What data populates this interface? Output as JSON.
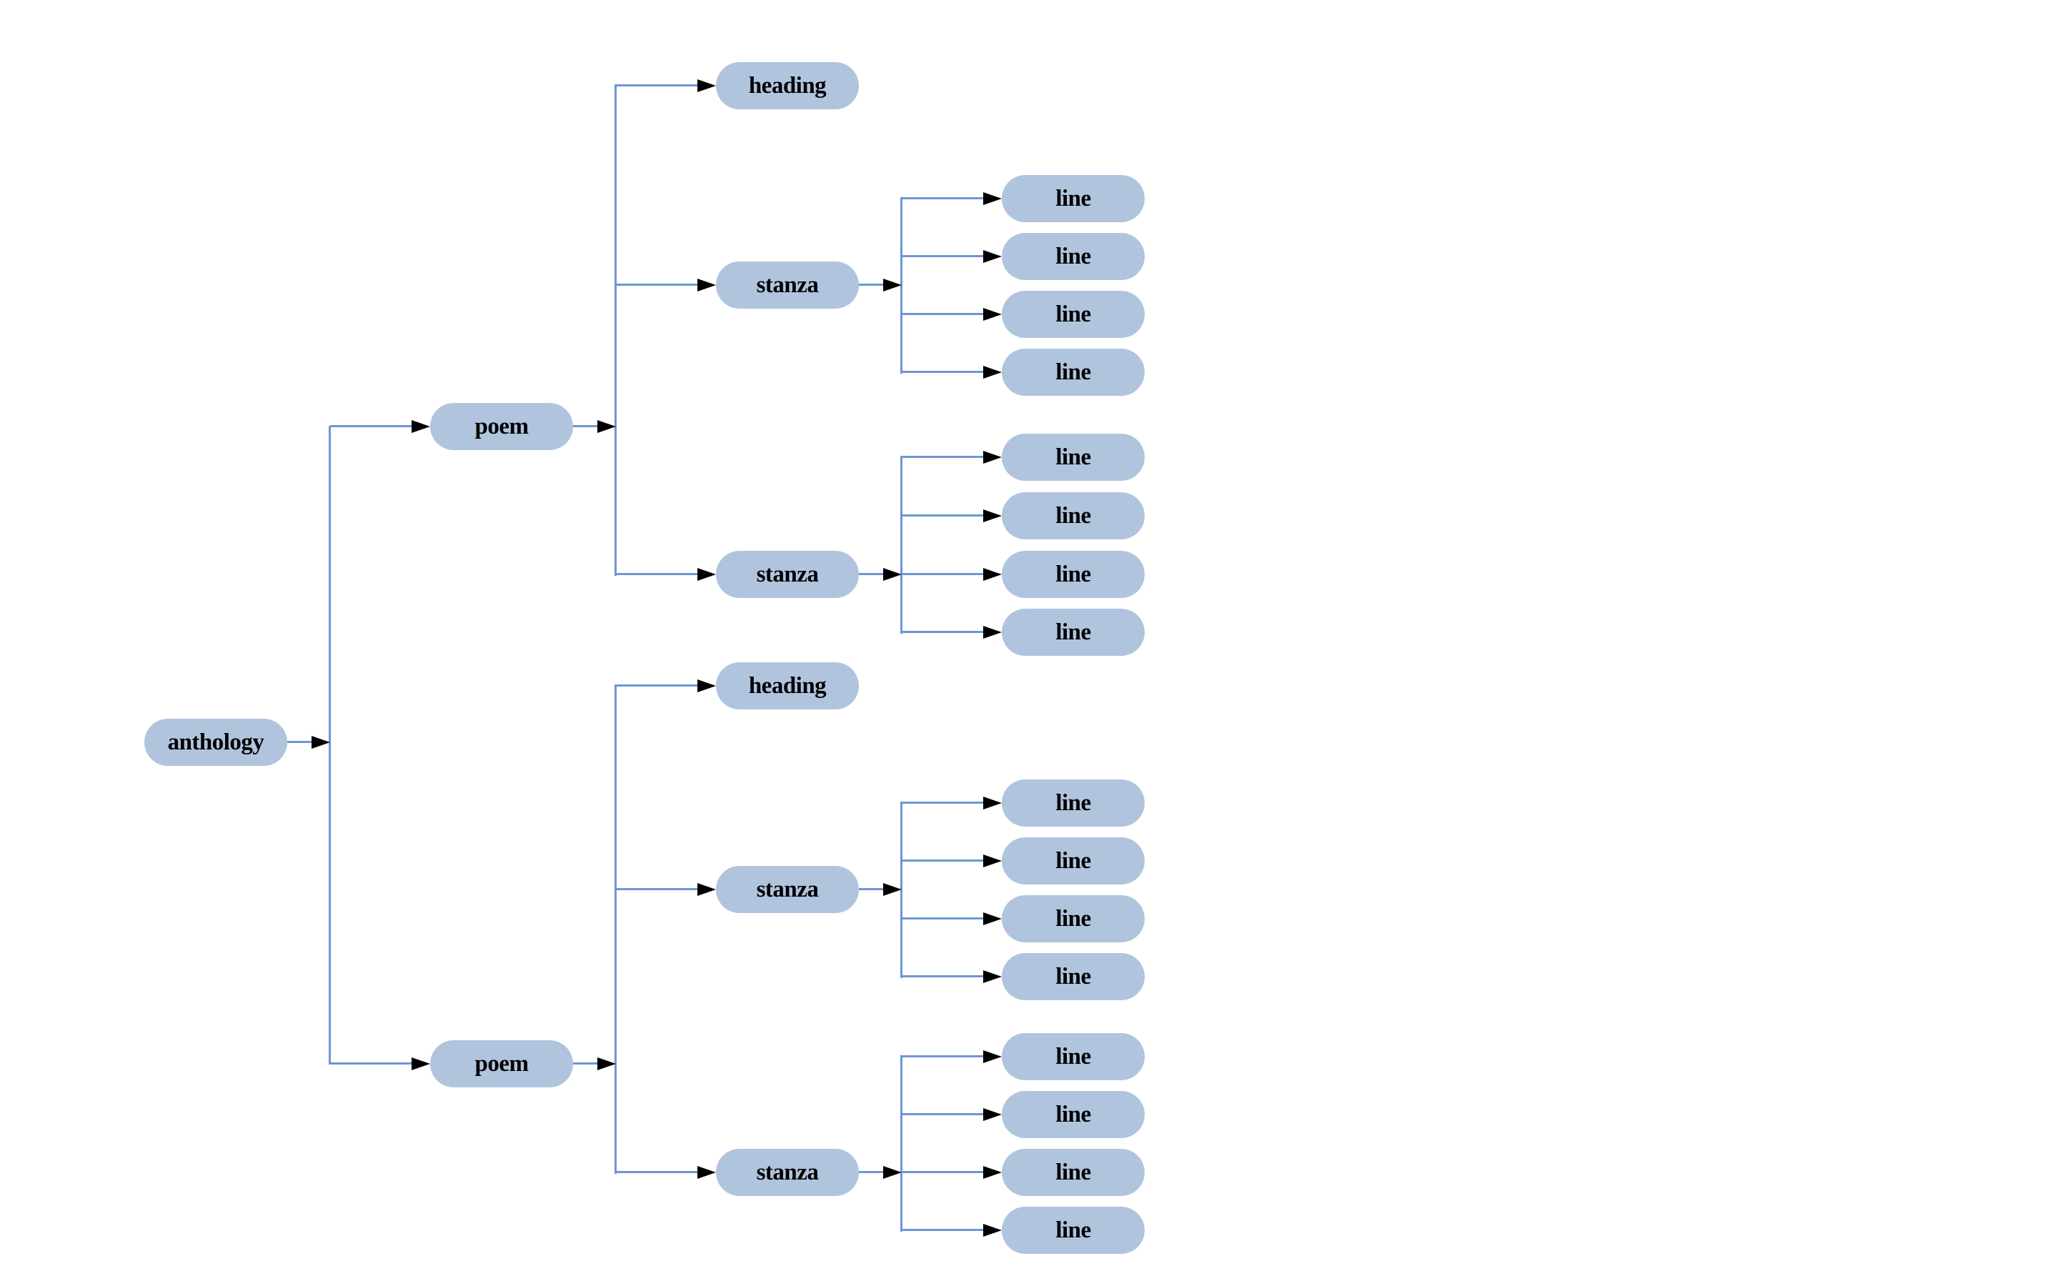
{
  "diagram": {
    "type": "tree",
    "description": "Document structure tree of an anthology of poems",
    "labels": {
      "anthology": "anthology",
      "poem": "poem",
      "heading": "heading",
      "stanza": "stanza",
      "line": "line"
    },
    "colors": {
      "node_fill": "#b0c4de",
      "edge": "#6e96d6",
      "arrow": "#000000",
      "text": "#000000",
      "background": "#ffffff"
    },
    "tree": {
      "label": "anthology",
      "children": [
        {
          "label": "poem",
          "children": [
            {
              "label": "heading"
            },
            {
              "label": "stanza",
              "children": [
                {
                  "label": "line"
                },
                {
                  "label": "line"
                },
                {
                  "label": "line"
                },
                {
                  "label": "line"
                }
              ]
            },
            {
              "label": "stanza",
              "children": [
                {
                  "label": "line"
                },
                {
                  "label": "line"
                },
                {
                  "label": "line"
                },
                {
                  "label": "line"
                }
              ]
            }
          ]
        },
        {
          "label": "poem",
          "children": [
            {
              "label": "heading"
            },
            {
              "label": "stanza",
              "children": [
                {
                  "label": "line"
                },
                {
                  "label": "line"
                },
                {
                  "label": "line"
                },
                {
                  "label": "line"
                }
              ]
            },
            {
              "label": "stanza",
              "children": [
                {
                  "label": "line"
                },
                {
                  "label": "line"
                },
                {
                  "label": "line"
                },
                {
                  "label": "line"
                }
              ]
            }
          ]
        }
      ]
    }
  }
}
